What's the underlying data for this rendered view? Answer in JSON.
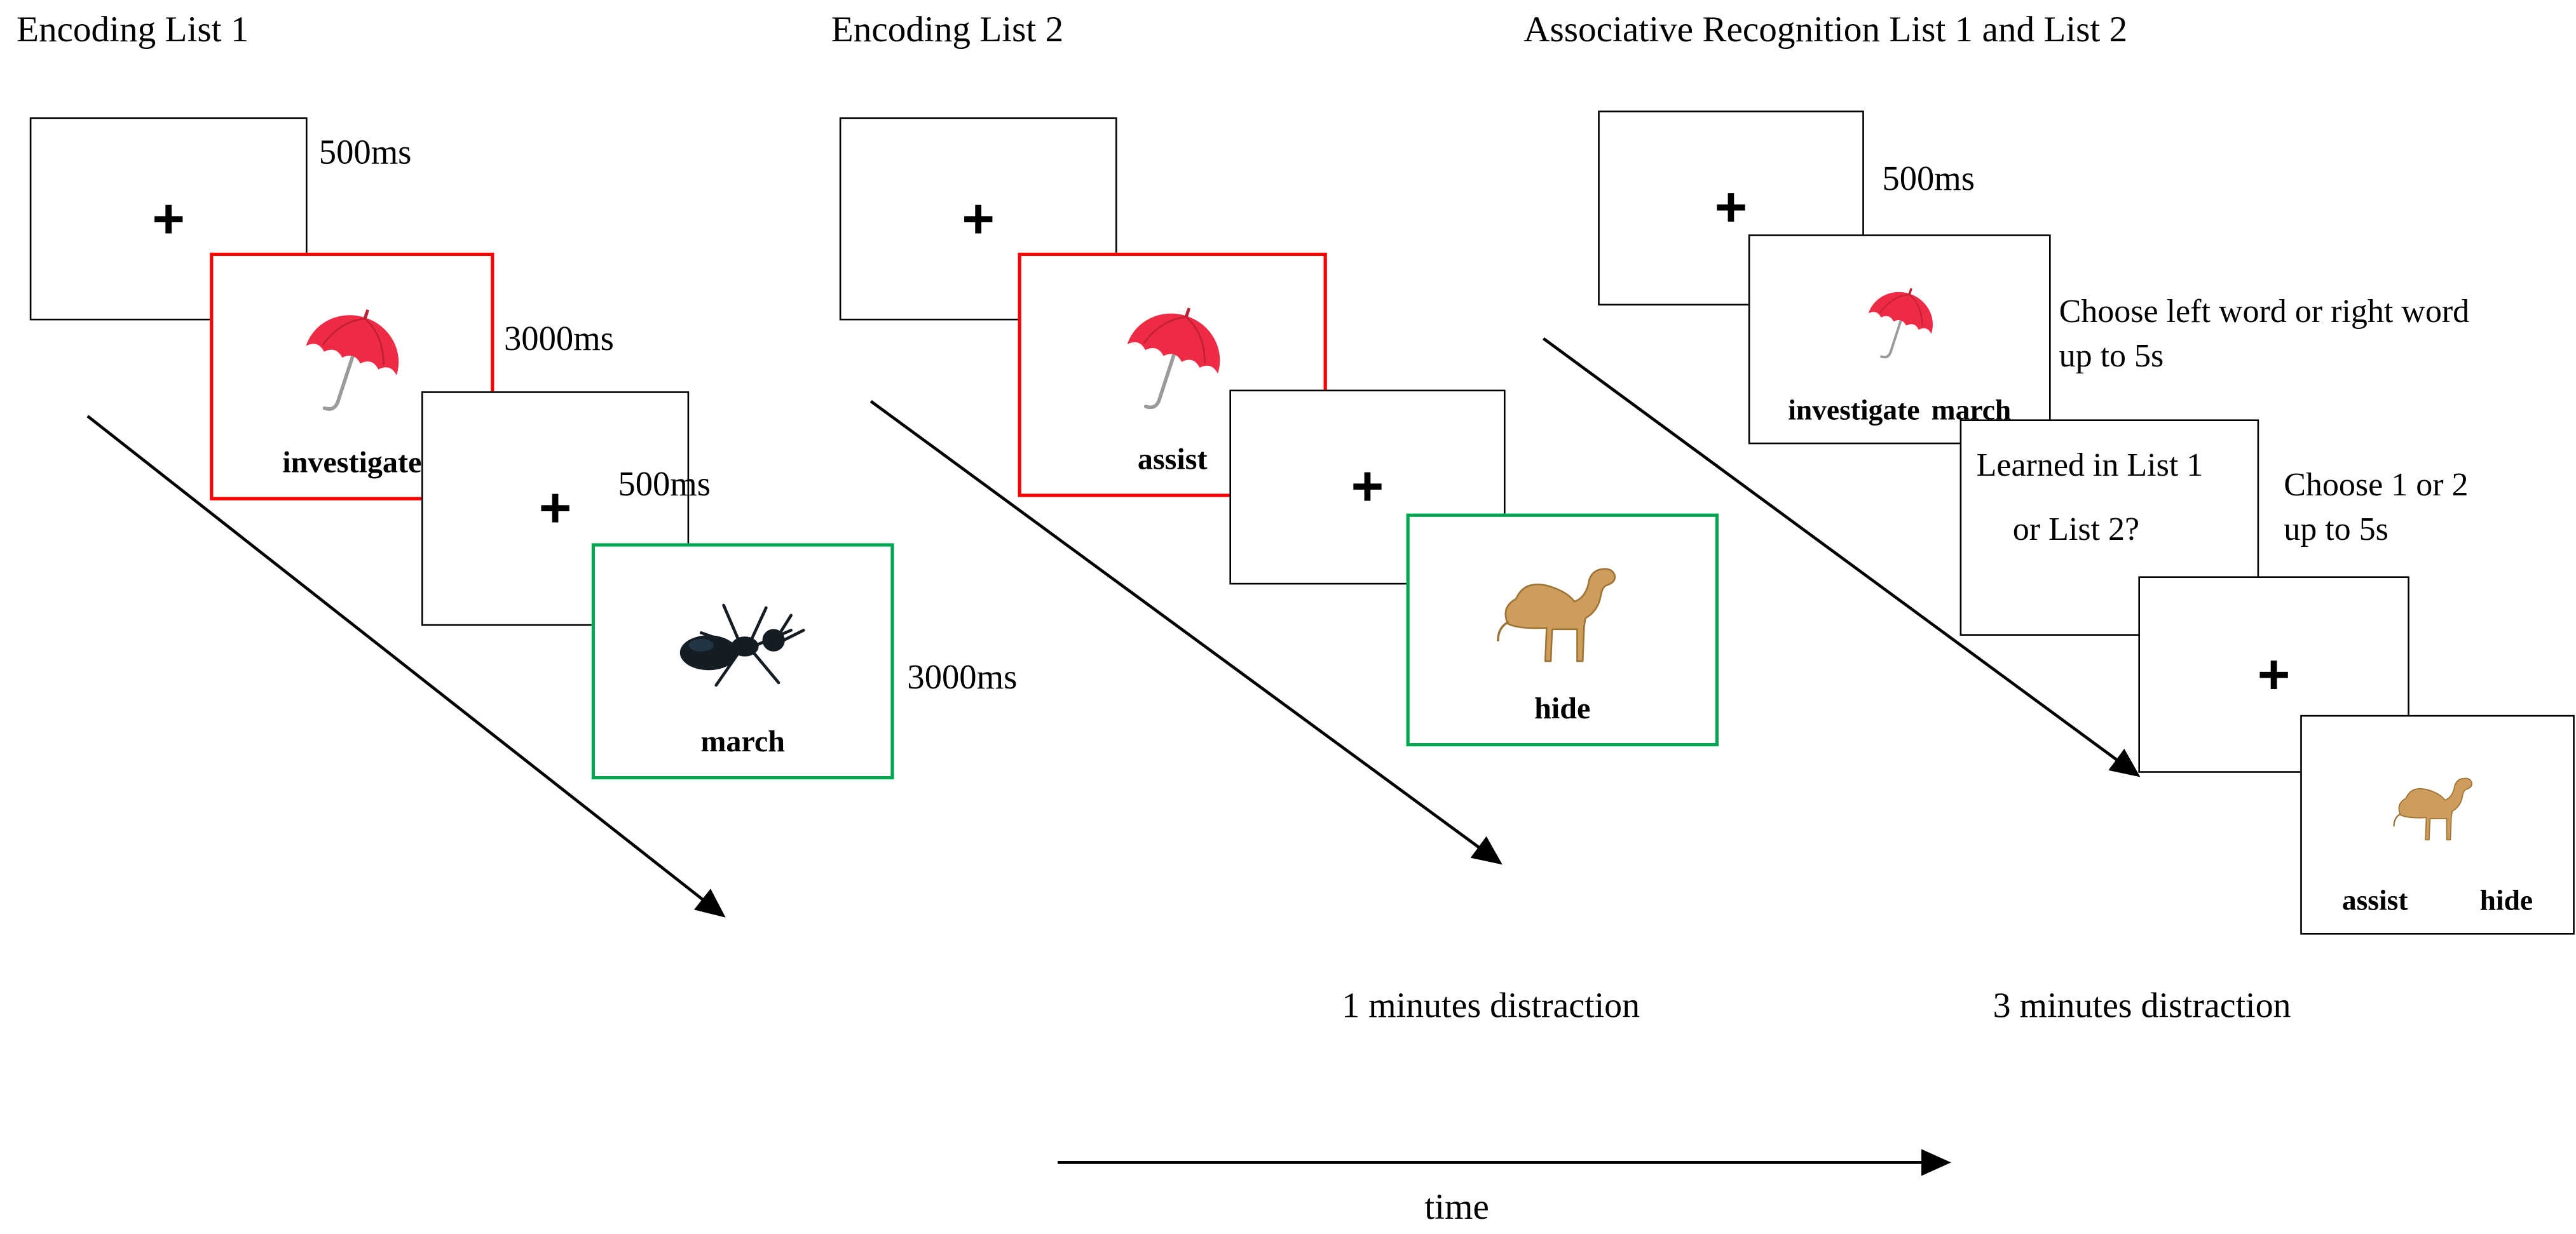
{
  "colors": {
    "stimulus_red": "#ff0000",
    "stimulus_green": "#00a651",
    "umbrella_red": "#ee2b44",
    "umbrella_red_dark": "#c21f35",
    "ant_black": "#141c24",
    "camel_tan": "#cf9d5b",
    "camel_outline": "#9c7436"
  },
  "symbols": {
    "fixation_cross": "+"
  },
  "panel1": {
    "title": "Encoding List 1",
    "fixation1_duration": "500ms",
    "stimulus1": {
      "word": "investigate",
      "duration": "3000ms",
      "image": "umbrella-icon"
    },
    "fixation2_duration": "500ms",
    "stimulus2": {
      "word": "march",
      "duration": "3000ms",
      "image": "ant-icon"
    }
  },
  "panel2": {
    "title": "Encoding List 2",
    "stimulus1": {
      "word": "assist",
      "image": "umbrella-icon"
    },
    "stimulus2": {
      "word": "hide",
      "image": "camel-icon"
    },
    "distraction": "1 minutes distraction"
  },
  "panel3": {
    "title": "Associative Recognition List 1 and List 2",
    "fixation1_duration": "500ms",
    "pair_trial": {
      "left_word": "investigate",
      "right_word": "march",
      "image": "umbrella-icon",
      "instruction_line1": "Choose left word or right word",
      "instruction_line2": "up to 5s"
    },
    "source_trial": {
      "question_line1": "Learned in List 1",
      "question_line2": "or List 2?",
      "instruction_line1": "Choose 1 or 2",
      "instruction_line2": "up to 5s"
    },
    "pair_trial2": {
      "left_word": "assist",
      "right_word": "hide",
      "image": "camel-icon"
    },
    "distraction": "3 minutes distraction"
  },
  "timeline": {
    "label": "time"
  }
}
